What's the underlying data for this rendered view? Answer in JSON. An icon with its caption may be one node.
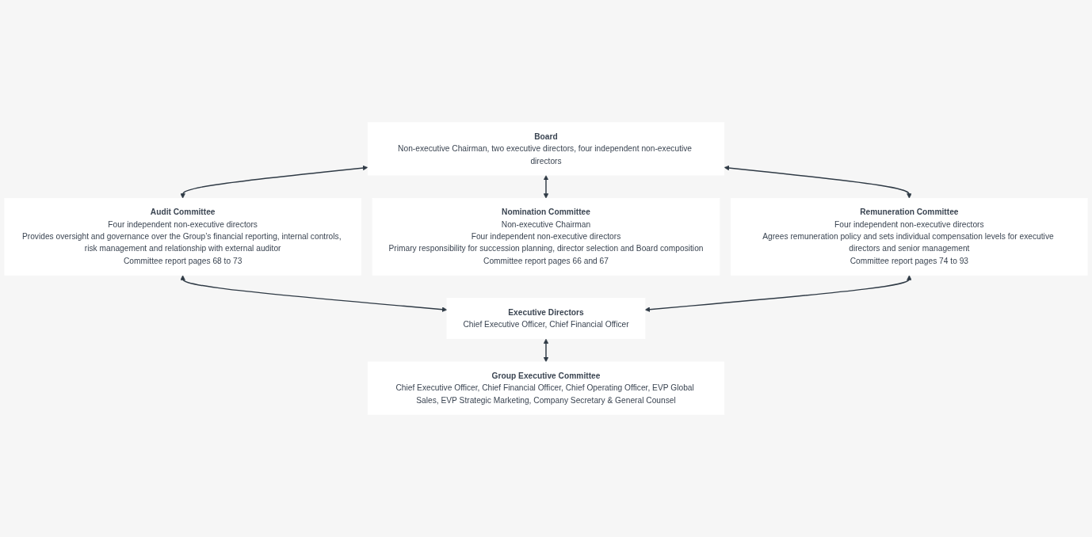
{
  "diagram": {
    "nodes": [
      {
        "text": [
          "Board",
          "Non-executive Chairman, two executive directors, four independent non-executive directors"
        ]
      },
      {
        "text": [
          "Audit Committee",
          "Four independent non-executive directors",
          "Provides oversight and governance over the Group’s financial reporting, internal controls, risk management and relationship with external auditor",
          "Committee report pages 68 to 73"
        ]
      },
      {
        "text": [
          "Nomination Committee",
          "Non-executive Chairman",
          "Four independent non-executive directors",
          "Primary responsibility for succession planning, director selection and Board composition",
          "Committee report pages 66 and 67"
        ]
      },
      {
        "text": [
          "Remuneration Committee",
          "Four independent non-executive directors",
          "Agrees remuneration policy and sets individual compensation levels for executive directors and senior management",
          "Committee report pages 74 to 93"
        ]
      },
      {
        "text": [
          "Executive Directors",
          "Chief Executive Officer, Chief Financial Officer"
        ]
      },
      {
        "text": [
          "Group Executive Committee",
          "Chief Executive Officer, Chief Financial Officer, Chief Operating Officer, EVP Global Sales, EVP Strategic Marketing, Company Secretary & General Counsel"
        ]
      }
    ],
    "edges": [
      {
        "from": 0,
        "to": 1,
        "arrow": "both"
      },
      {
        "from": 0,
        "to": 2,
        "arrow": "both"
      },
      {
        "from": 0,
        "to": 3,
        "arrow": "both"
      },
      {
        "from": 1,
        "to": 4,
        "arrow": "both"
      },
      {
        "from": 3,
        "to": 4,
        "arrow": "both"
      },
      {
        "from": 4,
        "to": 5,
        "arrow": "both"
      }
    ]
  }
}
